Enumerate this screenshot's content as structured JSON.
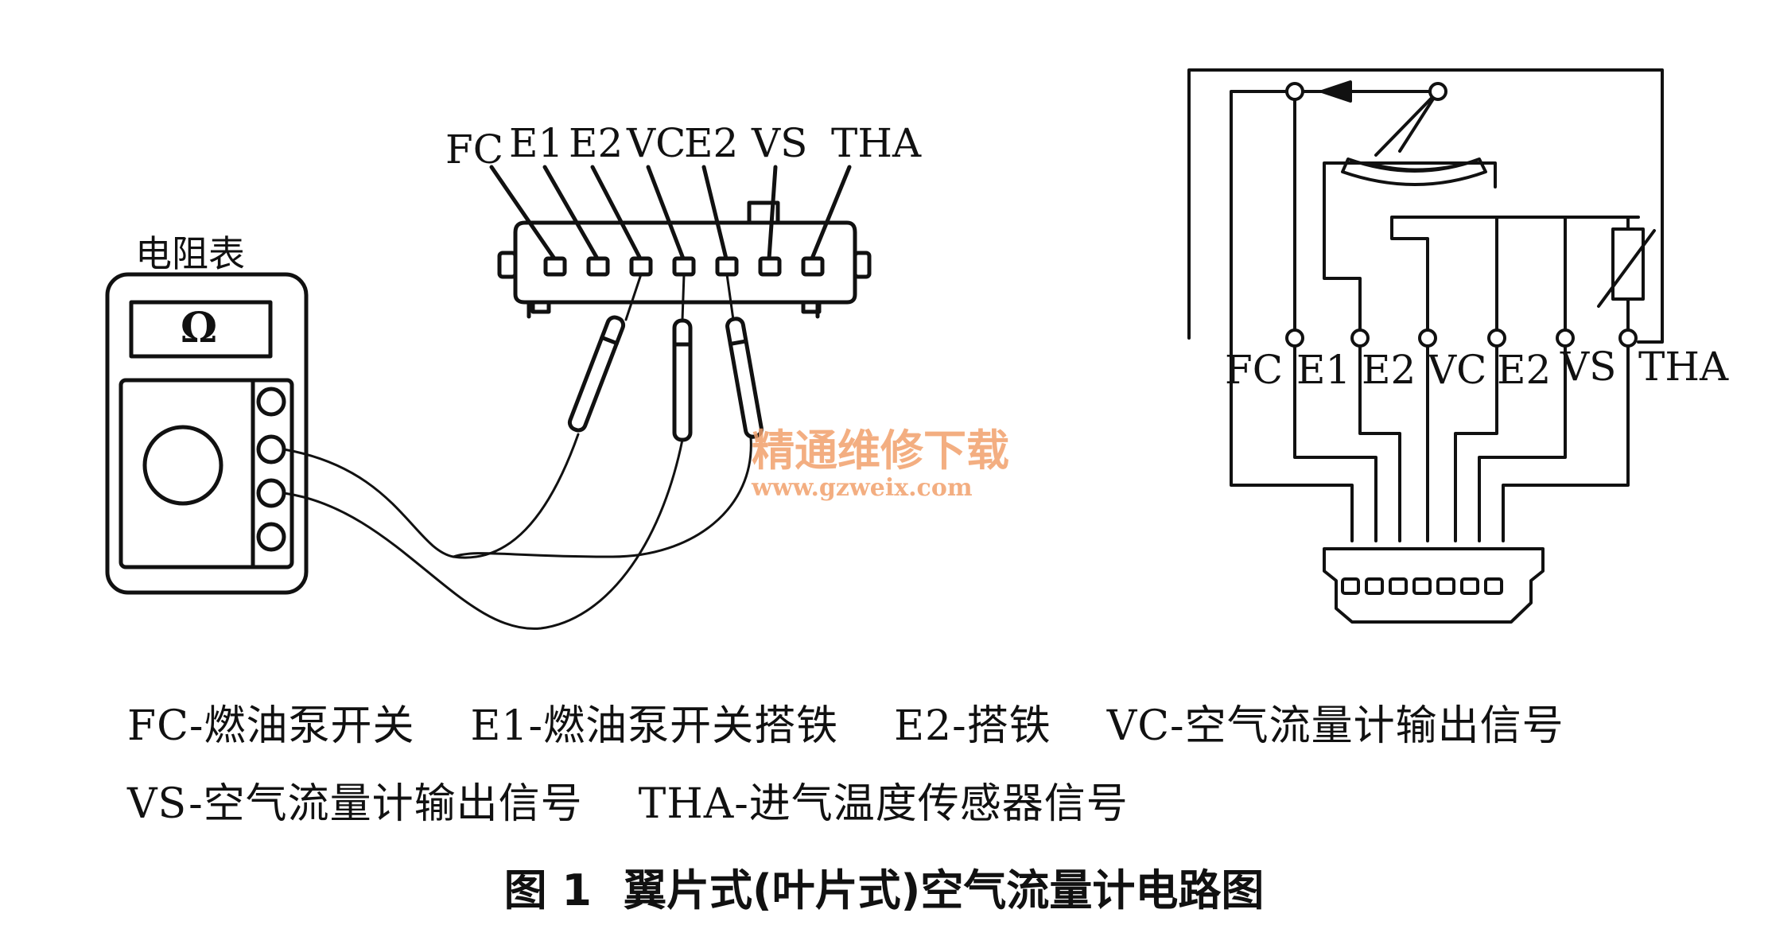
{
  "meter": {
    "title": "电阻表",
    "symbol": "Ω"
  },
  "connector_pins": [
    "FC",
    "E1",
    "E2",
    "VC",
    "E2",
    "VS",
    "THA"
  ],
  "circuit_pins": [
    "FC",
    "E1",
    "E2",
    "VC",
    "E2",
    "VS",
    "THA"
  ],
  "watermark": {
    "text": "精通维修下载",
    "url": "www.gzweix.com"
  },
  "legend": {
    "line1": [
      "FC-燃油泵开关",
      "E1-燃油泵开关搭铁",
      "E2-搭铁",
      "VC-空气流量计输出信号"
    ],
    "line2": [
      "VS-空气流量计输出信号",
      "THA-进气温度传感器信号"
    ]
  },
  "caption": {
    "number": "图 1",
    "title": "翼片式(叶片式)空气流量计电路图"
  }
}
